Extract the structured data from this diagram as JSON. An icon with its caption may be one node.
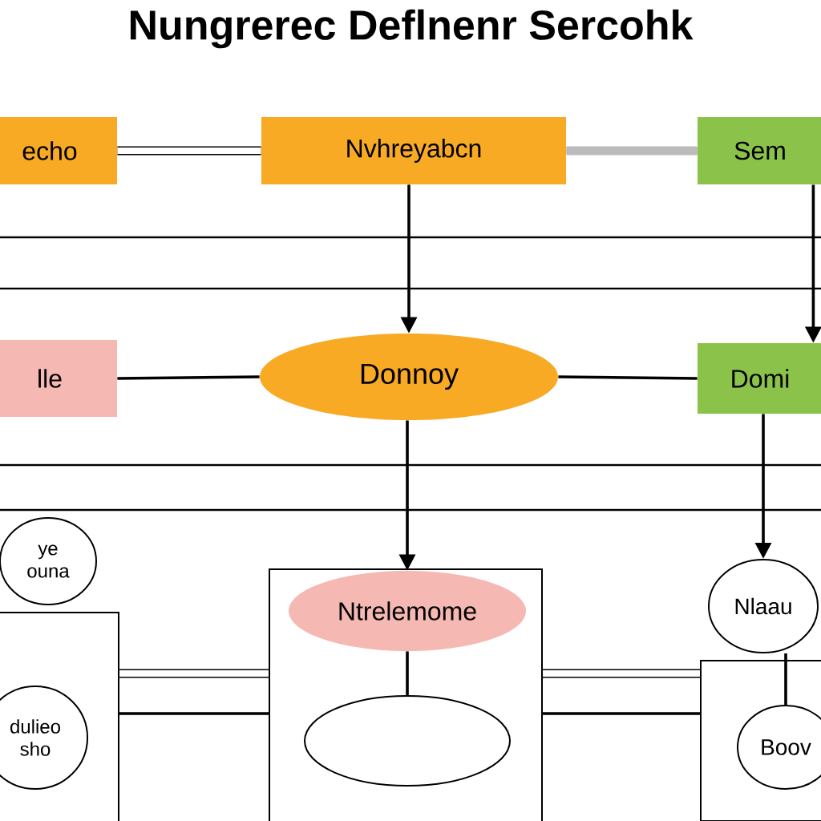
{
  "diagram": {
    "title": "Nungrerec Deflnenr Sercohk",
    "nodes": [
      {
        "text": [
          "echo"
        ]
      },
      {
        "text": [
          "Nvhreyabcn"
        ]
      },
      {
        "text": [
          "Sem"
        ]
      },
      {
        "text": [
          "lle"
        ]
      },
      {
        "text": [
          "Donnoy"
        ]
      },
      {
        "text": [
          "Domi"
        ]
      },
      {
        "text": [],
        "shape": "box"
      },
      {
        "text": [
          "ye ouna"
        ]
      },
      {
        "text": [
          "dulieo sho"
        ],
        "in": 6
      },
      {
        "text": [],
        "shape": "box"
      },
      {
        "text": [
          "Ntrelemome"
        ],
        "in": 9
      },
      {
        "text": [],
        "shape": "circle",
        "in": 9
      },
      {
        "text": [],
        "shape": "box"
      },
      {
        "text": [
          "Nlaau"
        ]
      },
      {
        "text": [
          "Boov"
        ],
        "in": 12
      }
    ],
    "edges": [
      {
        "from": 0,
        "to": 1,
        "arrow": "none",
        "style": "thick"
      },
      {
        "from": 1,
        "to": 2,
        "arrow": "none",
        "style": "thick",
        "color": "#bbbbbb"
      },
      {
        "from": 1,
        "to": 4,
        "arrow": "to"
      },
      {
        "from": 3,
        "to": 4,
        "arrow": "none"
      },
      {
        "from": 4,
        "to": 5,
        "arrow": "none"
      },
      {
        "from": 2,
        "to": 5,
        "arrow": "to"
      },
      {
        "from": 4,
        "to": 10,
        "arrow": "to"
      },
      {
        "from": 10,
        "to": 11,
        "arrow": "none"
      },
      {
        "from": 5,
        "to": 13,
        "arrow": "to"
      },
      {
        "from": 13,
        "to": 14,
        "arrow": "none"
      },
      {
        "from": 6,
        "to": 9,
        "arrow": "none",
        "style": "thick"
      },
      {
        "from": 6,
        "to": 9,
        "arrow": "none"
      },
      {
        "from": 9,
        "to": 12,
        "arrow": "none",
        "style": "thick"
      },
      {
        "from": 9,
        "to": 12,
        "arrow": "none"
      }
    ]
  }
}
